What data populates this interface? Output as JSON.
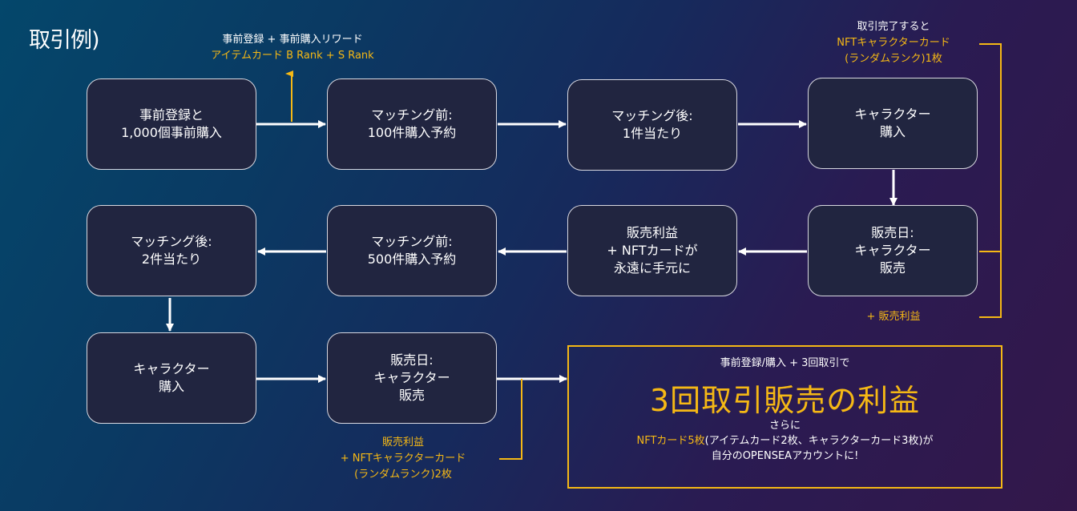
{
  "title": "取引例)",
  "colors": {
    "accent": "#f5b815",
    "node_fill": "#212540",
    "node_border": "#d8d8e0",
    "arrow": "#ffffff"
  },
  "nodes": [
    {
      "id": "pre-register",
      "lines": [
        "事前登録と",
        "1,000個事前購入"
      ]
    },
    {
      "id": "pre-match-100",
      "lines": [
        "マッチング前:",
        "100件購入予約"
      ]
    },
    {
      "id": "post-match-1",
      "lines": [
        "マッチング後:",
        "1件当たり"
      ]
    },
    {
      "id": "buy-character-1",
      "lines": [
        "キャラクター",
        "購入"
      ]
    },
    {
      "id": "sale-day-1",
      "lines": [
        "販売日:",
        "キャラクター",
        "販売"
      ]
    },
    {
      "id": "profit-forever",
      "lines": [
        "販売利益",
        "+ NFTカードが",
        "永遠に手元に"
      ]
    },
    {
      "id": "pre-match-500",
      "lines": [
        "マッチング前:",
        "500件購入予約"
      ]
    },
    {
      "id": "post-match-2",
      "lines": [
        "マッチング後:",
        "2件当たり"
      ]
    },
    {
      "id": "buy-character-2",
      "lines": [
        "キャラクター",
        "購入"
      ]
    },
    {
      "id": "sale-day-2",
      "lines": [
        "販売日:",
        "キャラクター",
        "販売"
      ]
    }
  ],
  "notes": {
    "reward": {
      "line1": "事前登録 + 事前購入リワード",
      "line2": "アイテムカード B Rank + S Rank"
    },
    "trade_complete": {
      "line1": "取引完了すると",
      "line2": "NFTキャラクターカード",
      "line3": "(ランダムランク)1枚"
    },
    "sale_profit": {
      "line1": "+ 販売利益"
    },
    "sale_profit_2": {
      "line1": "販売利益",
      "line2": "+ NFTキャラクターカード",
      "line3": "(ランダムランク)2枚"
    }
  },
  "summary": {
    "subtitle": "事前登録/購入 + 3回取引で",
    "headline": "3回取引販売の利益",
    "line1": "さらに",
    "line2_highlight": "NFTカード5枚",
    "line2_rest": "(アイテムカード2枚、キャラクターカード3枚)が",
    "line3": "自分のOPENSEAアカウントに!"
  }
}
